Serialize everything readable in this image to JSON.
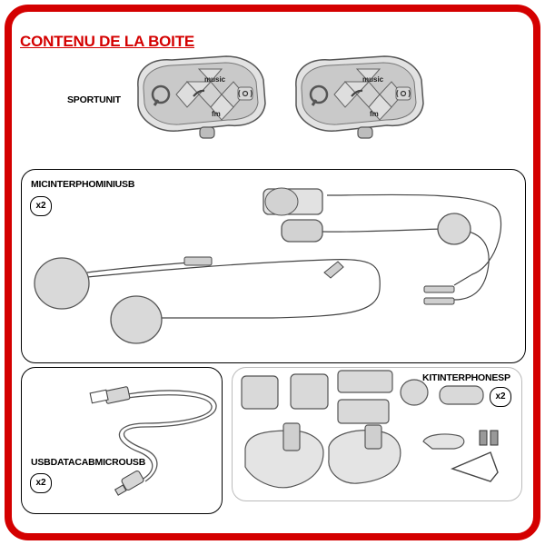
{
  "title": "CONTENU DE LA BOITE",
  "sportunit": {
    "label": "SPORTUNIT",
    "button_music": "music",
    "button_fm": "fm"
  },
  "micinterpho": {
    "label": "MICINTERPHOMINIUSB",
    "qty": "x2"
  },
  "usb_cable": {
    "label": "USBDATACABMICROUSB",
    "qty": "x2"
  },
  "kit": {
    "label": "KITINTERPHONESP",
    "qty": "x2"
  },
  "colors": {
    "frame": "#d40000",
    "title": "#d40000",
    "device_body": "#cfcfcf",
    "pad_fill": "#d9d9d9"
  },
  "icons": [
    "intercom-device-icon",
    "headphone-speaker-icon",
    "microphone-icon",
    "usb-connector-icon",
    "micro-usb-connector-icon",
    "mounting-plate-icon",
    "allen-key-icon",
    "screw-icon"
  ]
}
